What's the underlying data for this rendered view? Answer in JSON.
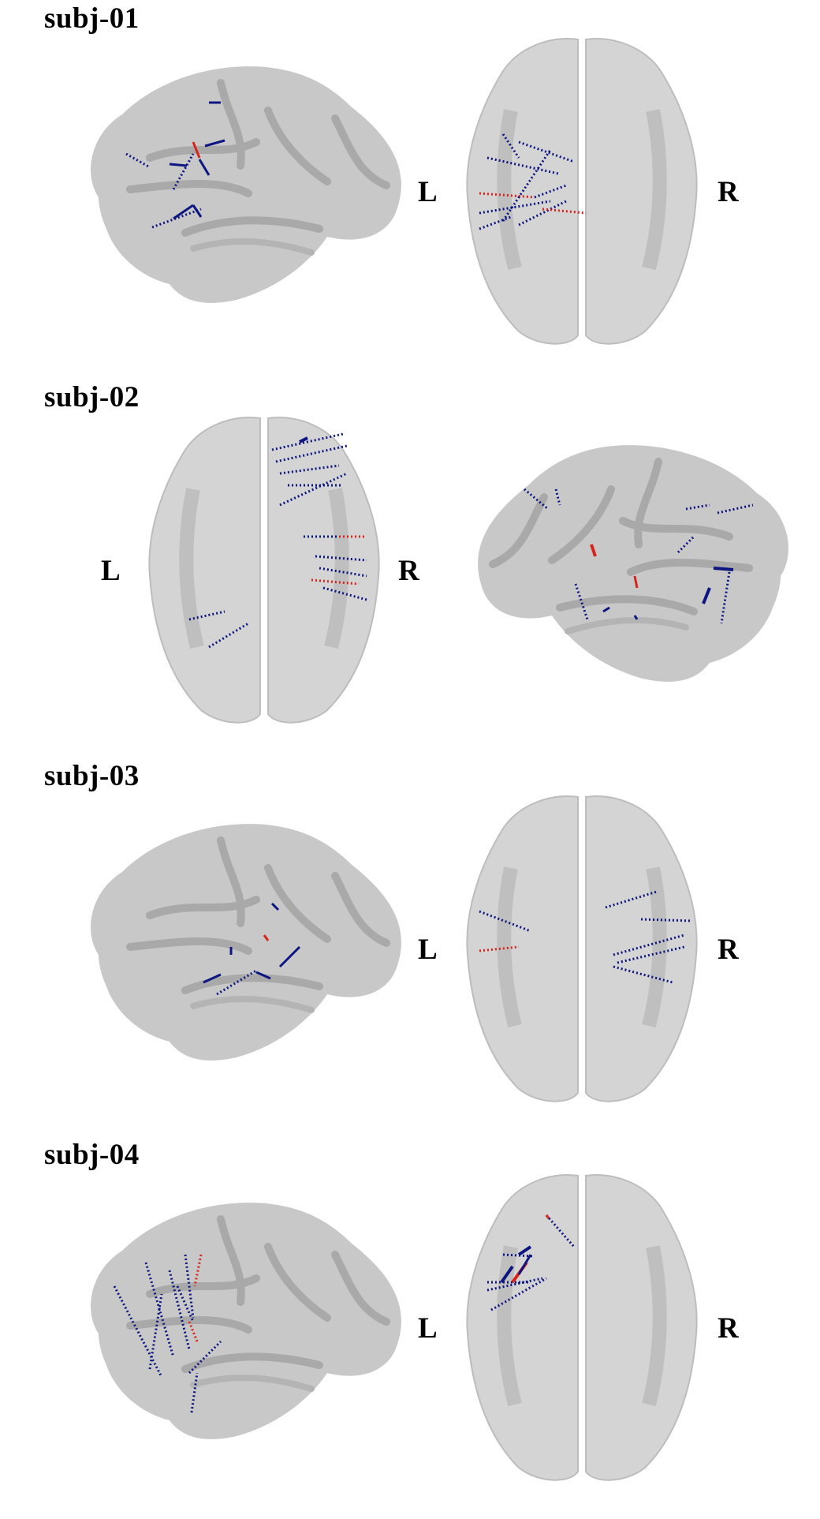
{
  "subjects": [
    {
      "label": "subj-01",
      "left_label": "L",
      "right_label": "R",
      "order": "lateral-first"
    },
    {
      "label": "subj-02",
      "left_label": "L",
      "right_label": "R",
      "order": "top-first"
    },
    {
      "label": "subj-03",
      "left_label": "L",
      "right_label": "R",
      "order": "lateral-first"
    },
    {
      "label": "subj-04",
      "left_label": "L",
      "right_label": "R",
      "order": "lateral-first"
    }
  ],
  "colors": {
    "brain_fill": "#c8c8c8",
    "brain_fold": "#a9a9a9",
    "brain_top_fill": "#d4d4d4",
    "brain_top_edge": "#bdbdbd",
    "electrode_default": "#0d1680",
    "electrode_active": "#d8231a"
  }
}
